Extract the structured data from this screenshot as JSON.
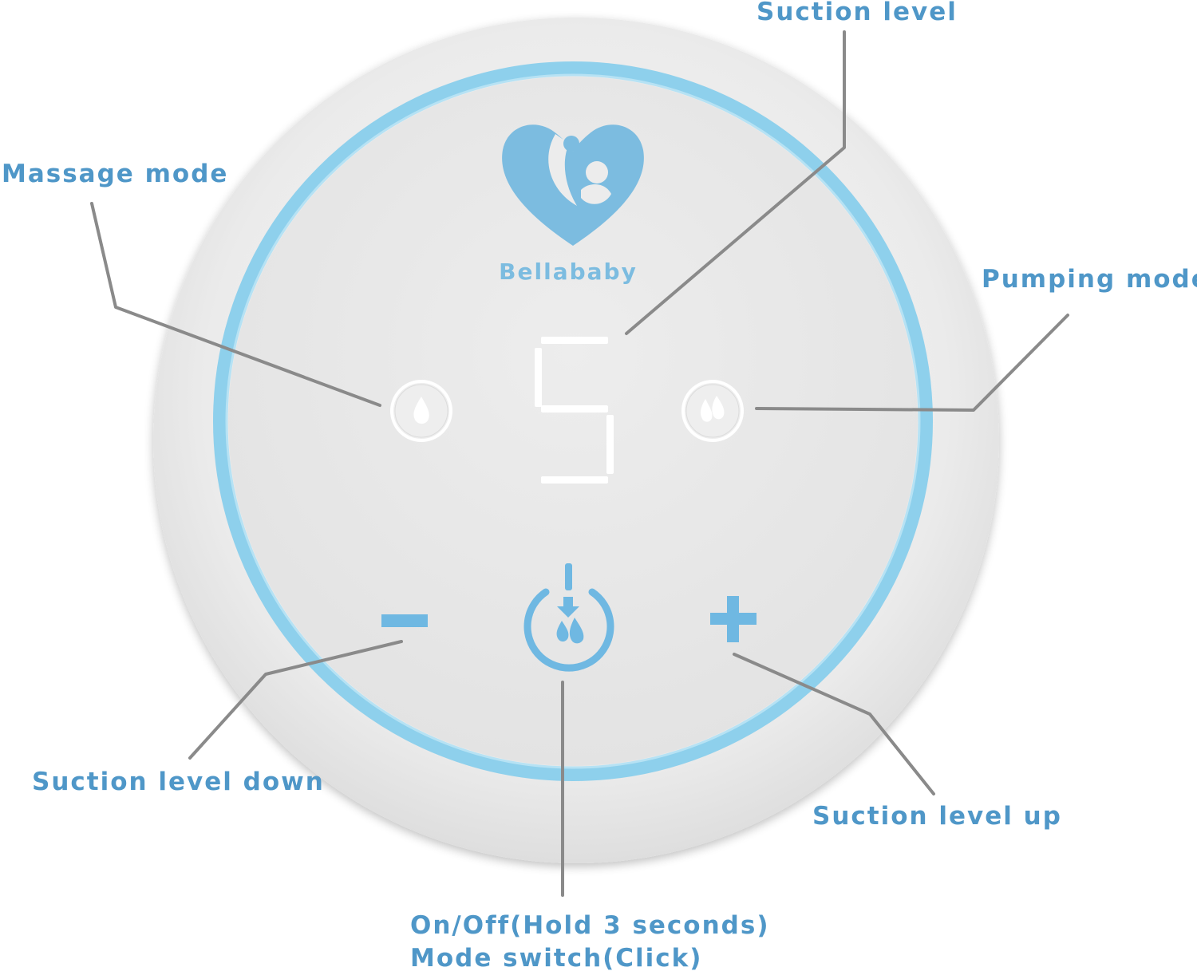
{
  "brand": {
    "name": "Bellababy",
    "color": "#7cbce0"
  },
  "display": {
    "digit": "5",
    "segment_color": "#ffffff"
  },
  "colors": {
    "ring": "#8ed0ec",
    "label": "#4f97c8",
    "leader_line": "#8a8a8a",
    "icon": "#6fb8e2"
  },
  "callouts": {
    "suction_level": "Suction level",
    "massage_mode": "Massage mode",
    "pumping_mode": "Pumping mode",
    "suction_level_down": "Suction level down",
    "suction_level_up": "Suction level up",
    "on_off": "On/Off(Hold 3 seconds)",
    "mode_switch": "Mode switch(Click)"
  },
  "buttons": {
    "minus_icon": "minus-icon",
    "plus_icon": "plus-icon",
    "power_icon": "power-drop-icon",
    "massage_icon": "drop-icon",
    "pumping_icon": "double-drop-icon"
  }
}
